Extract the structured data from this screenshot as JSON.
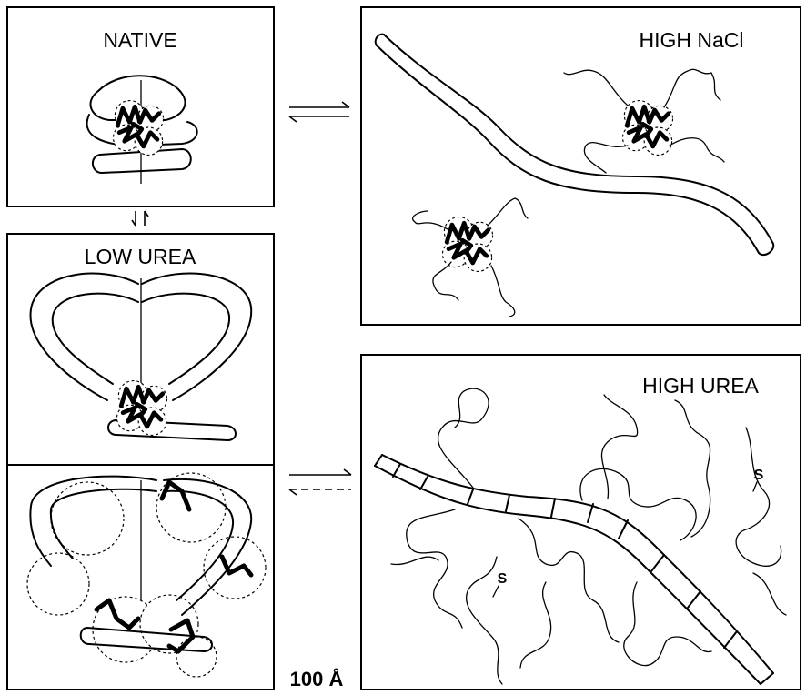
{
  "panels": {
    "native": {
      "title": "NATIVE"
    },
    "high_nacl": {
      "title": "HIGH NaCl"
    },
    "low_urea": {
      "title": "LOW UREA"
    },
    "high_urea": {
      "title": "HIGH UREA"
    }
  },
  "annotations": {
    "sulfur_label": "S",
    "scale_bar": "100 Å"
  },
  "colors": {
    "ink": "#000000",
    "background": "#ffffff"
  }
}
